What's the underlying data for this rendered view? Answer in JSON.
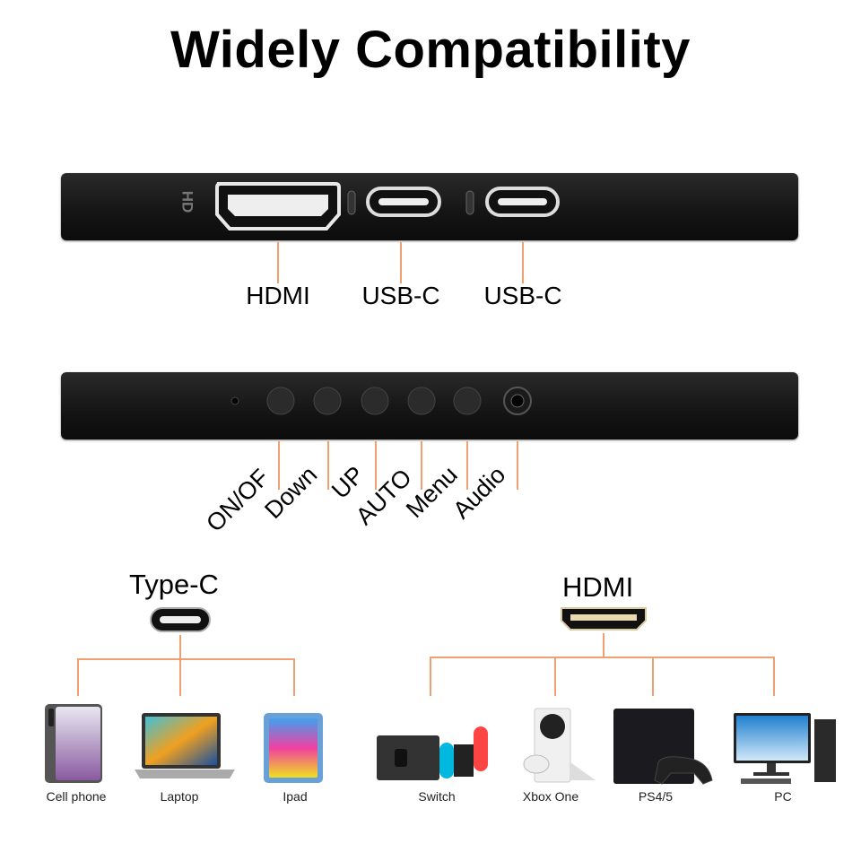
{
  "title": "Widely Compatibility",
  "side_panel": {
    "silkscreen": "HD",
    "ports": [
      {
        "label": "HDMI"
      },
      {
        "label": "USB-C"
      },
      {
        "label": "USB-C"
      }
    ]
  },
  "button_panel": {
    "buttons": [
      {
        "label": "ON/OF"
      },
      {
        "label": "Down"
      },
      {
        "label": "UP"
      },
      {
        "label": "AUTO"
      },
      {
        "label": "Menu"
      },
      {
        "label": "Audio"
      }
    ]
  },
  "type_c_group": {
    "label": "Type-C",
    "devices": [
      {
        "label": "Cell phone"
      },
      {
        "label": "Laptop"
      },
      {
        "label": "Ipad"
      }
    ]
  },
  "hdmi_group": {
    "label": "HDMI",
    "devices": [
      {
        "label": "Switch"
      },
      {
        "label": "Xbox One"
      },
      {
        "label": "PS4/5"
      },
      {
        "label": "PC"
      }
    ]
  },
  "colors": {
    "connector_line": "#f0a070",
    "panel": "#1a1a1a"
  }
}
